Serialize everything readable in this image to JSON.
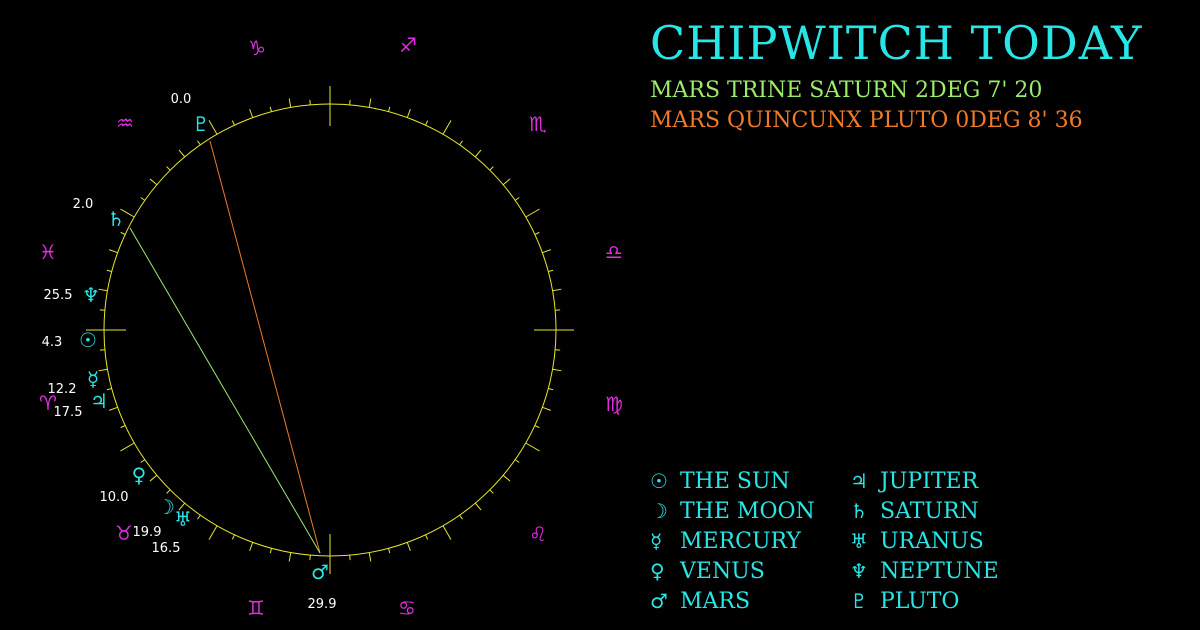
{
  "header": {
    "title": "CHIPWITCH TODAY"
  },
  "aspects": [
    {
      "text": "MARS TRINE SATURN 2DEG 7' 20",
      "color": "#9bed6a"
    },
    {
      "text": "MARS QUINCUNX PLUTO 0DEG 8' 36",
      "color": "#f07a28"
    }
  ],
  "legend": [
    {
      "glyph": "☉",
      "label": "THE SUN",
      "icon": "sun-icon"
    },
    {
      "glyph": "☽",
      "label": "THE MOON",
      "icon": "moon-icon"
    },
    {
      "glyph": "☿",
      "label": "MERCURY",
      "icon": "mercury-icon"
    },
    {
      "glyph": "♀",
      "label": "VENUS",
      "icon": "venus-icon"
    },
    {
      "glyph": "♂",
      "label": "MARS",
      "icon": "mars-icon"
    },
    {
      "glyph": "♃",
      "label": "JUPITER",
      "icon": "jupiter-icon"
    },
    {
      "glyph": "♄",
      "label": "SATURN",
      "icon": "saturn-icon"
    },
    {
      "glyph": "♅",
      "label": "URANUS",
      "icon": "uranus-icon"
    },
    {
      "glyph": "♆",
      "label": "NEPTUNE",
      "icon": "neptune-icon"
    },
    {
      "glyph": "♇",
      "label": "PLUTO",
      "icon": "pluto-icon"
    }
  ],
  "wheel": {
    "zodiac": [
      {
        "glyph": "♑",
        "icon": "capricorn-icon"
      },
      {
        "glyph": "♐",
        "icon": "sagittarius-icon"
      },
      {
        "glyph": "♏",
        "icon": "scorpio-icon"
      },
      {
        "glyph": "♎",
        "icon": "libra-icon"
      },
      {
        "glyph": "♍",
        "icon": "virgo-icon"
      },
      {
        "glyph": "♌",
        "icon": "leo-icon"
      },
      {
        "glyph": "♋",
        "icon": "cancer-icon"
      },
      {
        "glyph": "♊",
        "icon": "gemini-icon"
      },
      {
        "glyph": "♉",
        "icon": "taurus-icon"
      },
      {
        "glyph": "♈",
        "icon": "aries-icon"
      },
      {
        "glyph": "♓",
        "icon": "pisces-icon"
      },
      {
        "glyph": "♒",
        "icon": "aquarius-icon"
      }
    ],
    "planets": [
      {
        "glyph": "♇",
        "degree": "0.0",
        "icon": "pluto-icon"
      },
      {
        "glyph": "♄",
        "degree": "2.0",
        "icon": "saturn-icon"
      },
      {
        "glyph": "♆",
        "degree": "25.5",
        "icon": "neptune-icon"
      },
      {
        "glyph": "☉",
        "degree": "4.3",
        "icon": "sun-icon"
      },
      {
        "glyph": "☿",
        "degree": "12.2",
        "icon": "mercury-icon"
      },
      {
        "glyph": "♃",
        "degree": "17.5",
        "icon": "jupiter-icon"
      },
      {
        "glyph": "♀",
        "degree": "10.0",
        "icon": "venus-icon"
      },
      {
        "glyph": "☽",
        "degree": "19.9",
        "icon": "moon-icon"
      },
      {
        "glyph": "♅",
        "degree": "16.5",
        "icon": "uranus-icon"
      },
      {
        "glyph": "♂",
        "degree": "29.9",
        "icon": "mars-icon"
      }
    ],
    "colors": {
      "circle": "#e8e82a",
      "zodiac": "#e02ee0",
      "planet": "#29e6e6",
      "trine_line": "#9bed6a",
      "quincunx_line": "#f07a28"
    }
  }
}
